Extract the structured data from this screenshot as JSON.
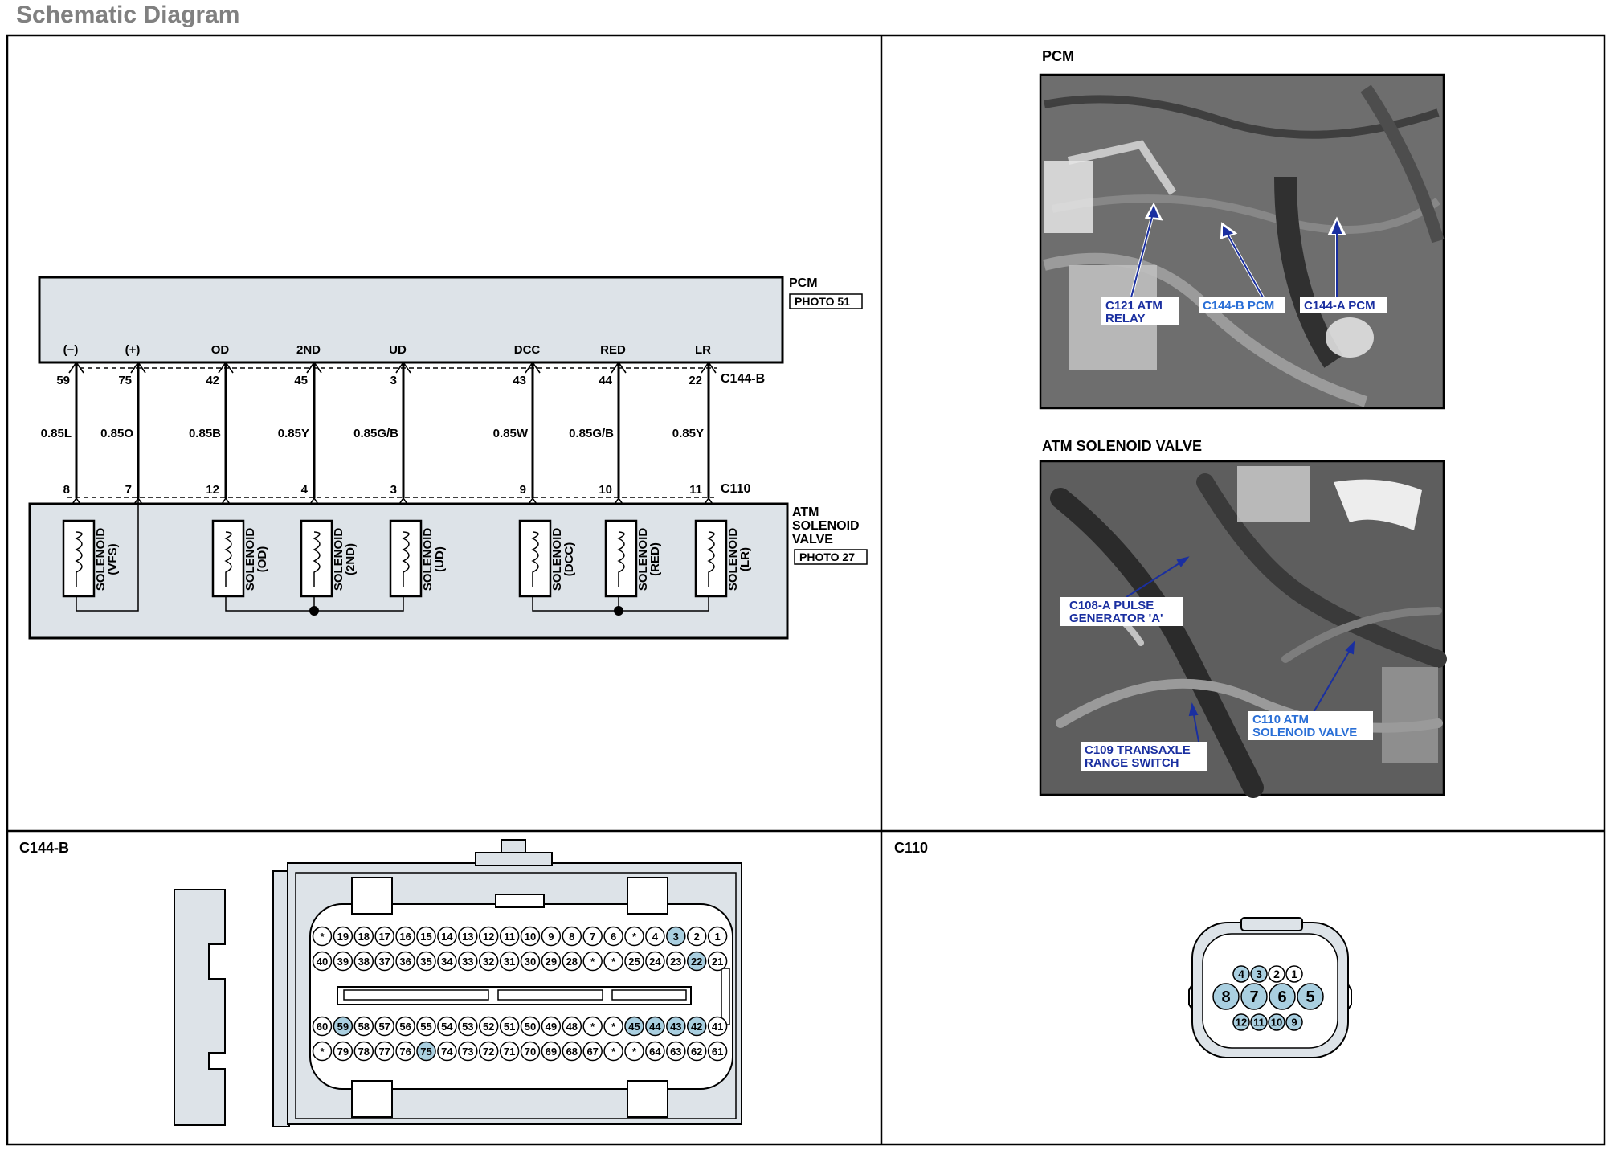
{
  "title": "Schematic Diagram",
  "pcm": {
    "label": "PCM",
    "photo": "PHOTO 51",
    "terminals": [
      "(−)",
      "(+)",
      "OD",
      "2ND",
      "UD",
      "DCC",
      "RED",
      "LR"
    ],
    "connector": "C144-B"
  },
  "wires": [
    {
      "pcm_pin": "59",
      "color": "0.85L",
      "sol_pin": "8"
    },
    {
      "pcm_pin": "75",
      "color": "0.85O",
      "sol_pin": "7"
    },
    {
      "pcm_pin": "42",
      "color": "0.85B",
      "sol_pin": "12"
    },
    {
      "pcm_pin": "45",
      "color": "0.85Y",
      "sol_pin": "4"
    },
    {
      "pcm_pin": "3",
      "color": "0.85G/B",
      "sol_pin": "3"
    },
    {
      "pcm_pin": "43",
      "color": "0.85W",
      "sol_pin": "9"
    },
    {
      "pcm_pin": "44",
      "color": "0.85G/B",
      "sol_pin": "10"
    },
    {
      "pcm_pin": "22",
      "color": "0.85Y",
      "sol_pin": "11"
    }
  ],
  "solenoid_block": {
    "connector": "C110",
    "label_lines": [
      "ATM",
      "SOLENOID",
      "VALVE"
    ],
    "photo": "PHOTO 27",
    "solenoids": [
      {
        "line1": "SOLENOID",
        "line2": "(VFS)"
      },
      {
        "line1": "SOLENOID",
        "line2": "(OD)"
      },
      {
        "line1": "SOLENOID",
        "line2": "(2ND)"
      },
      {
        "line1": "SOLENOID",
        "line2": "(UD)"
      },
      {
        "line1": "SOLENOID",
        "line2": "(DCC)"
      },
      {
        "line1": "SOLENOID",
        "line2": "(RED)"
      },
      {
        "line1": "SOLENOID",
        "line2": "(LR)"
      }
    ]
  },
  "photos": [
    {
      "heading": "PCM",
      "callouts": [
        {
          "lines": [
            "C121 ATM",
            "RELAY"
          ],
          "tone": "dark"
        },
        {
          "lines": [
            "C144-B PCM"
          ],
          "tone": "light"
        },
        {
          "lines": [
            "C144-A PCM"
          ],
          "tone": "dark"
        }
      ]
    },
    {
      "heading": "ATM SOLENOID VALVE",
      "callouts": [
        {
          "lines": [
            "C108-A PULSE",
            "GENERATOR 'A'"
          ],
          "tone": "dark"
        },
        {
          "lines": [
            "C110 ATM",
            "SOLENOID VALVE"
          ],
          "tone": "light"
        },
        {
          "lines": [
            "C109 TRANSAXLE",
            "RANGE SWITCH"
          ],
          "tone": "dark"
        }
      ]
    }
  ],
  "c144b": {
    "heading": "C144-B",
    "rows": [
      [
        "*",
        "19",
        "18",
        "17",
        "16",
        "15",
        "14",
        "13",
        "12",
        "11",
        "10",
        "9",
        "8",
        "7",
        "6",
        "*",
        "4",
        "3",
        "2",
        "1"
      ],
      [
        "40",
        "39",
        "38",
        "37",
        "36",
        "35",
        "34",
        "33",
        "32",
        "31",
        "30",
        "29",
        "28",
        "*",
        "*",
        "25",
        "24",
        "23",
        "22",
        "21"
      ],
      [
        "60",
        "59",
        "58",
        "57",
        "56",
        "55",
        "54",
        "53",
        "52",
        "51",
        "50",
        "49",
        "48",
        "*",
        "*",
        "45",
        "44",
        "43",
        "42",
        "41"
      ],
      [
        "*",
        "79",
        "78",
        "77",
        "76",
        "75",
        "74",
        "73",
        "72",
        "71",
        "70",
        "69",
        "68",
        "67",
        "*",
        "*",
        "64",
        "63",
        "62",
        "61"
      ]
    ],
    "highlighted": [
      "3",
      "22",
      "59",
      "45",
      "44",
      "43",
      "42",
      "75"
    ]
  },
  "c110": {
    "heading": "C110",
    "top_row": [
      "4",
      "3",
      "2",
      "1"
    ],
    "mid_row": [
      "8",
      "7",
      "6",
      "5"
    ],
    "bot_row": [
      "12",
      "11",
      "10",
      "9"
    ],
    "highlighted": [
      "4",
      "3",
      "8",
      "7",
      "6",
      "5",
      "12",
      "11",
      "10",
      "9"
    ]
  },
  "colors": {
    "highlight": "#a9cfe0",
    "fill": "#dde3e8",
    "label_dark": "#1a2fa0",
    "label_light": "#2a6fd6"
  }
}
